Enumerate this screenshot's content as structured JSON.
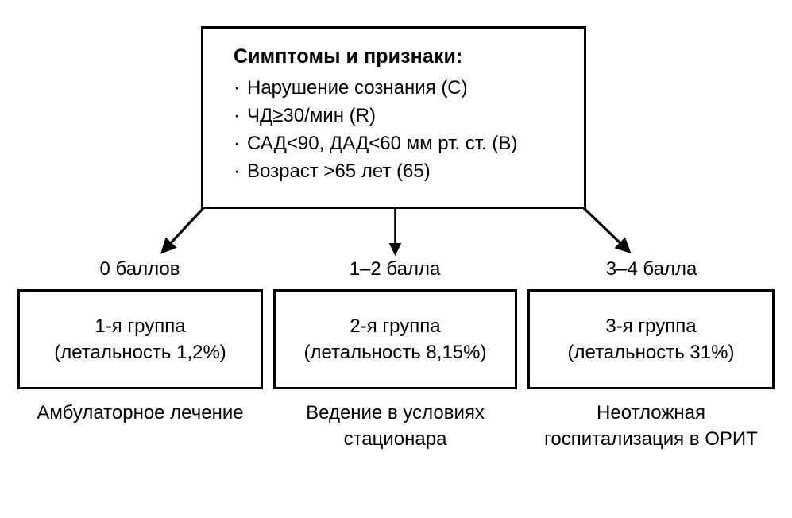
{
  "diagram": {
    "title_box": {
      "heading": "Симптомы и признаки:",
      "bullet_glyph": "·",
      "items": [
        "Нарушение сознания (C)",
        "ЧД≥30/мин (R)",
        "САД<90, ДАД<60 мм рт. ст. (B)",
        "Возраст >65 лет (65)"
      ]
    },
    "branches": [
      {
        "score_label": "0 баллов",
        "group_line1": "1-я группа",
        "group_line2": "(летальность 1,2%)",
        "caption": "Амбулаторное лечение"
      },
      {
        "score_label": "1–2 балла",
        "group_line1": "2-я группа",
        "group_line2": "(летальность 8,15%)",
        "caption": "Ведение в условиях стационара"
      },
      {
        "score_label": "3–4 балла",
        "group_line1": "3-я группа",
        "group_line2": "(летальность 31%)",
        "caption": "Неотложная госпитализация в ОРИТ"
      }
    ],
    "colors": {
      "background": "#ffffff",
      "stroke": "#000000",
      "text": "#000000"
    }
  }
}
